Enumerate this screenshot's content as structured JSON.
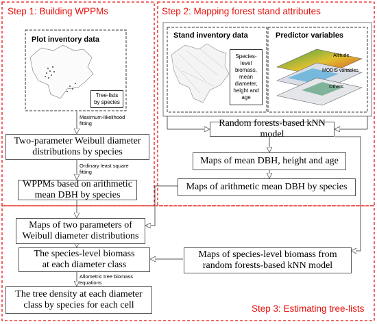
{
  "steps": {
    "step1": "Step 1:  Building WPPMs",
    "step2": "Step 2:  Mapping forest stand attributes",
    "step3": "Step 3:  Estimating tree-lists"
  },
  "panels": {
    "plot_inventory": "Plot inventory data",
    "tree_lists": "Tree-lists\nby species",
    "stand_inventory": "Stand inventory data",
    "species_attrs": "Species-\nlevel\nbiomass,\nmean\ndiameter,\nheight and\nage",
    "predictor": "Predictor variables",
    "layer_altitude": "Altitude",
    "layer_modis": "MODIS variables",
    "layer_others": "Others"
  },
  "edge_labels": {
    "mle": "Maximum-likelihood\nfitting",
    "ols": "Ordinary least square\nfitting",
    "allometric": "Allometric tree biomass\nequations"
  },
  "boxes": {
    "weibull": "Two-parameter Weibull diameter\ndistributions by species",
    "wppms": "WPPMs based on arithmetic\nmean DBH by species",
    "knn": "Random forests-based kNN model",
    "maps_mean": "Maps of mean DBH, height and age",
    "maps_arith": "Maps of arithmetic mean DBH by species",
    "maps_two": "Maps of two parameters of\nWeibull diameter distributions",
    "biomass_class": "The species-level biomass\nat each diameter class",
    "maps_biomass": "Maps of species-level biomass from\nrandom forests-based kNN model",
    "density": "The tree density at each diameter\nclass by species for each cell"
  },
  "colors": {
    "step_title": "#e8100c",
    "frame": "#e8100c"
  }
}
